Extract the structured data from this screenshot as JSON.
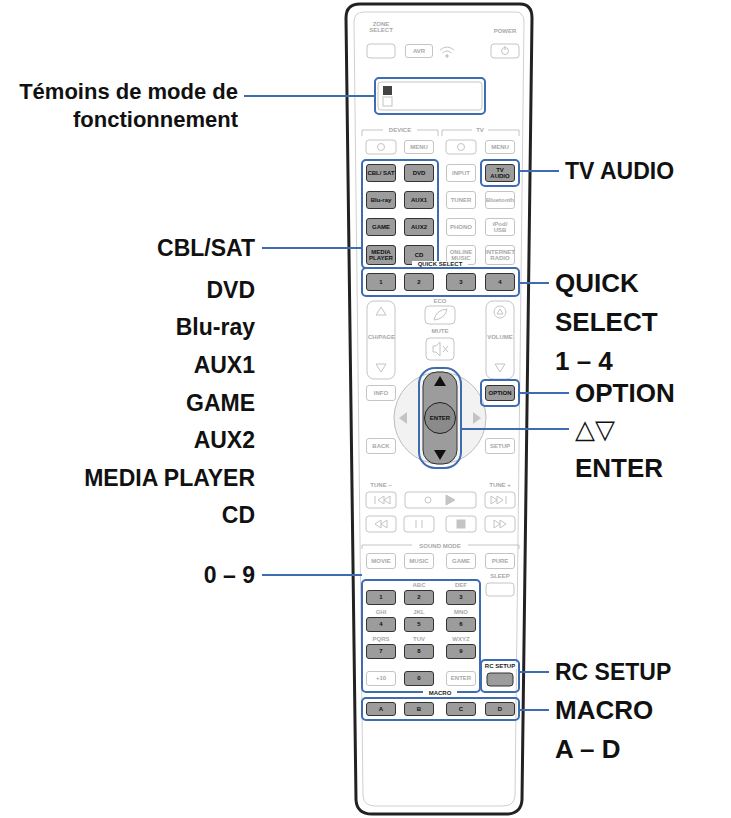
{
  "diagram": {
    "labels": [
      "Témoins de mode de fonctionnement",
      "CBL/SAT",
      "DVD",
      "Blu-ray",
      "AUX1",
      "GAME",
      "AUX2",
      "MEDIA PLAYER",
      "CD",
      "0 – 9",
      "TV AUDIO",
      "QUICK SELECT 1 – 4",
      "OPTION",
      "△▽ ENTER",
      "RC SETUP",
      "MACRO A – D",
      "ZONE SELECT",
      "AVR",
      "POWER",
      "DEVICE",
      "TV",
      "MENU",
      "MENU",
      "CBL/ SAT",
      "DVD",
      "INPUT",
      "TV AUDIO",
      "Blu-ray",
      "AUX1",
      "TUNER",
      "Bluetooth",
      "GAME",
      "AUX2",
      "PHONO",
      "iPod/ USB",
      "MEDIA PLAYER",
      "CD",
      "ONLINE MUSIC",
      "INTERNET RADIO",
      "QUICK SELECT",
      "1",
      "2",
      "3",
      "4",
      "ECO",
      "CH/PAGE",
      "MUTE",
      "VOLUME",
      "INFO",
      "OPTION",
      "ENTER",
      "BACK",
      "SETUP",
      "TUNE –",
      "TUNE +",
      "SOUND MODE",
      "MOVIE",
      "MUSIC",
      "GAME",
      "PURE",
      "SLEEP",
      "ABC",
      "DEF",
      "1",
      "2",
      "3",
      "GHI",
      "JKL",
      "MNO",
      "4",
      "5",
      "6",
      "PQRS",
      "TUV",
      "WXYZ",
      "7",
      "8",
      "9",
      "+10",
      "0",
      "ENTER",
      "RC SETUP",
      "MACRO",
      "A",
      "B",
      "C",
      "D"
    ]
  }
}
